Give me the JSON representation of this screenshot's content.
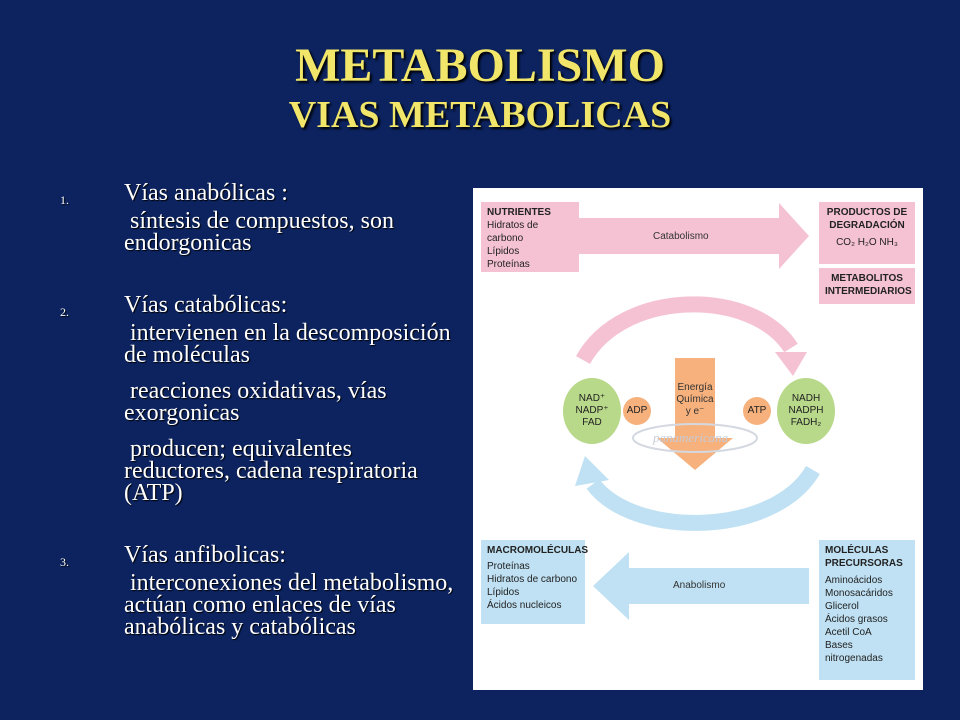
{
  "title": {
    "main": "METABOLISMO",
    "sub": "VIAS METABOLICAS"
  },
  "list": [
    {
      "num": "1.",
      "heading": "Vías anabólicas :",
      "descriptions": [
        "síntesis de compuestos, son endorgonicas"
      ]
    },
    {
      "num": "2.",
      "heading": "Vías catabólicas:",
      "descriptions": [
        "intervienen en la descomposición de moléculas",
        "reacciones oxidativas, vías exorgonicas",
        "producen; equivalentes reductores, cadena respiratoria (ATP)"
      ]
    },
    {
      "num": "3.",
      "heading": "Vías anfibolicas:",
      "descriptions": [
        "interconexiones del metabolismo, actúan como enlaces de vías anabólicas y catabólicas"
      ]
    }
  ],
  "diagram": {
    "nutrients": {
      "title": "NUTRIENTES",
      "items": [
        "Hidratos de carbono",
        "Lípidos",
        "Proteínas"
      ]
    },
    "products": {
      "title_1": "PRODUCTOS DE",
      "title_2": "DEGRADACIÓN",
      "items": [
        "CO₂  H₂O  NH₃"
      ]
    },
    "intermediates": {
      "title_1": "METABOLITOS",
      "title_2": "INTERMEDIARIOS"
    },
    "catabolism_label": "Catabolismo",
    "anabolism_label": "Anabolismo",
    "left_cofactors": [
      "NAD⁺",
      "NADP⁺",
      "FAD"
    ],
    "right_cofactors": [
      "NADH",
      "NADPH",
      "FADH₂"
    ],
    "adp": "ADP",
    "atp": "ATP",
    "energy": [
      "Energía",
      "Química",
      "y e⁻"
    ],
    "watermark": "panamericana",
    "macromolecules": {
      "title": "MACROMOLÉCULAS",
      "items": [
        "Proteínas",
        "Hidratos de carbono",
        "Lípidos",
        "Ácidos nucleicos"
      ]
    },
    "precursors": {
      "title_1": "MOLÉCULAS",
      "title_2": "PRECURSORAS",
      "items": [
        "Aminoácidos",
        "Monosacáridos",
        "Glicerol",
        "Ácidos grasos",
        "Acetil CoA",
        "Bases nitrogenadas"
      ]
    },
    "colors": {
      "pink": "#f5c2d3",
      "blue": "#bfe1f3",
      "green": "#b8d88a",
      "orange": "#f6b17d"
    }
  }
}
